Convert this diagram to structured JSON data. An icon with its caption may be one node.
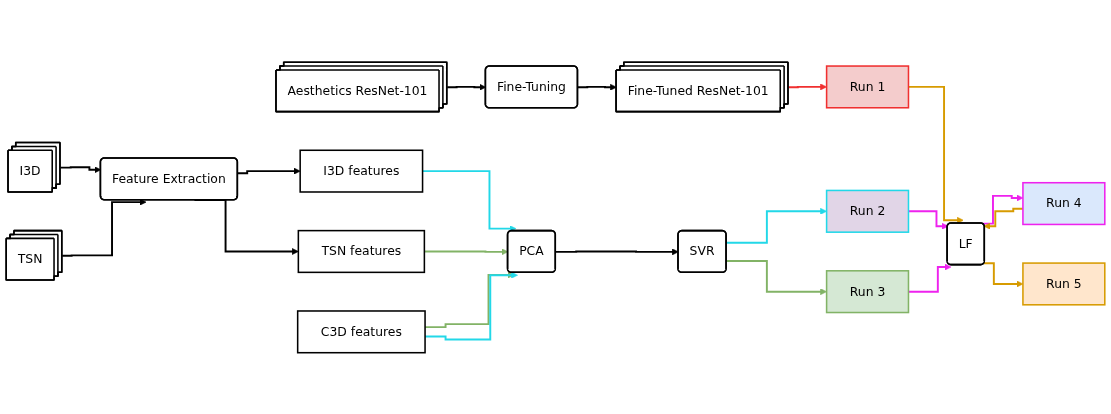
{
  "diagram": {
    "nodes": [
      {
        "text": [
          "Aesthetics ResNet-101"
        ]
      },
      {
        "text": [
          "Fine-Tuning"
        ]
      },
      {
        "text": [
          "Fine-Tuned ResNet-101"
        ]
      },
      {
        "text": [
          "I3D"
        ]
      },
      {
        "text": [
          "TSN"
        ]
      },
      {
        "text": [
          "Feature Extraction"
        ]
      },
      {
        "text": [
          "I3D features"
        ]
      },
      {
        "text": [
          "TSN features"
        ]
      },
      {
        "text": [
          "C3D features"
        ]
      },
      {
        "text": [
          "PCA"
        ]
      },
      {
        "text": [
          "SVR"
        ]
      },
      {
        "text": [
          "Run 1"
        ]
      },
      {
        "text": [
          "Run 2"
        ]
      },
      {
        "text": [
          "Run 3"
        ]
      },
      {
        "text": [
          "LF"
        ]
      },
      {
        "text": [
          "Run 4"
        ]
      },
      {
        "text": [
          "Run 5"
        ]
      }
    ],
    "edges": [
      {
        "from": 0,
        "to": 1,
        "arrow": "to"
      },
      {
        "from": 1,
        "to": 2,
        "arrow": "to"
      },
      {
        "from": 2,
        "to": 11,
        "arrow": "to",
        "color": "#f03030"
      },
      {
        "from": 3,
        "to": 5,
        "arrow": "to"
      },
      {
        "from": 4,
        "to": 5,
        "arrow": "to"
      },
      {
        "from": 5,
        "to": 6,
        "arrow": "to"
      },
      {
        "from": 5,
        "to": 7,
        "arrow": "to"
      },
      {
        "from": 6,
        "to": 9,
        "arrow": "to",
        "color": "#22d8e8"
      },
      {
        "from": 7,
        "to": 9,
        "arrow": "to",
        "color": "#82b366"
      },
      {
        "from": 8,
        "to": 9,
        "arrow": "to",
        "color": "#82b366"
      },
      {
        "from": 8,
        "to": 9,
        "arrow": "to",
        "color": "#22d8e8"
      },
      {
        "from": 9,
        "to": 10,
        "arrow": "to"
      },
      {
        "from": 10,
        "to": 12,
        "arrow": "to",
        "color": "#22d8e8"
      },
      {
        "from": 10,
        "to": 13,
        "arrow": "to",
        "color": "#82b366"
      },
      {
        "from": 11,
        "to": 14,
        "arrow": "to",
        "color": "#d79b00"
      },
      {
        "from": 12,
        "to": 14,
        "arrow": "to",
        "color": "#ee22ee"
      },
      {
        "from": 13,
        "to": 14,
        "arrow": "to",
        "color": "#ee22ee"
      },
      {
        "from": 14,
        "to": 15,
        "arrow": "to",
        "color": "#ee22ee"
      },
      {
        "from": 15,
        "to": 14,
        "arrow": "to",
        "color": "#d79b00"
      },
      {
        "from": 14,
        "to": 16,
        "arrow": "to",
        "color": "#d79b00"
      }
    ]
  }
}
